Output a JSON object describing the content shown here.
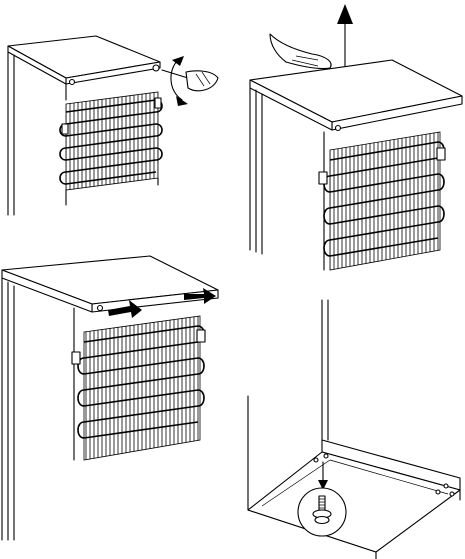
{
  "figure": {
    "panels": [
      {
        "id": "panel-1",
        "step": "unscrew-top-cover-screws",
        "icons": [
          "screwdriver-icon",
          "rotate-arrow-icon"
        ]
      },
      {
        "id": "panel-2",
        "step": "lift-top-cover-off",
        "icons": [
          "hand-icon",
          "arrow-up-icon"
        ]
      },
      {
        "id": "panel-3",
        "step": "slide-top-cover-backward",
        "icons": [
          "arrow-right-icon",
          "arrow-right-icon"
        ]
      },
      {
        "id": "panel-4",
        "step": "install-adjustable-foot",
        "icons": [
          "arrow-down-icon",
          "magnifier-circle-icon"
        ]
      }
    ],
    "colors": {
      "line": "#000000",
      "background": "#ffffff"
    }
  }
}
